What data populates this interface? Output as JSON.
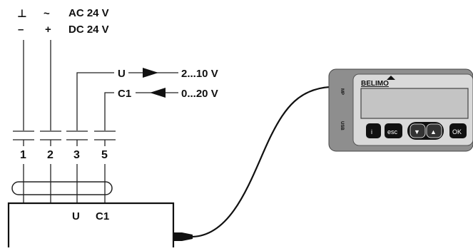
{
  "supply": {
    "ac_symbol": "~",
    "ac_label": "AC 24 V",
    "ground_symbol": "⊥",
    "minus_symbol": "–",
    "plus_symbol": "+",
    "dc_label": "DC 24 V"
  },
  "signals": {
    "u_tag": "U",
    "u_range": "2...10 V",
    "c1_tag": "C1",
    "c1_range": "0...20 V"
  },
  "terminals": [
    "1",
    "2",
    "3",
    "5"
  ],
  "actuator": {
    "u_label": "U",
    "c1_label": "C1"
  },
  "device": {
    "brand": "BELIMO",
    "mp_label": "MP",
    "usb_label": "USB",
    "buttons": {
      "info": "i",
      "esc": "esc",
      "down": "▼",
      "up": "▲",
      "ok": "OK"
    }
  }
}
